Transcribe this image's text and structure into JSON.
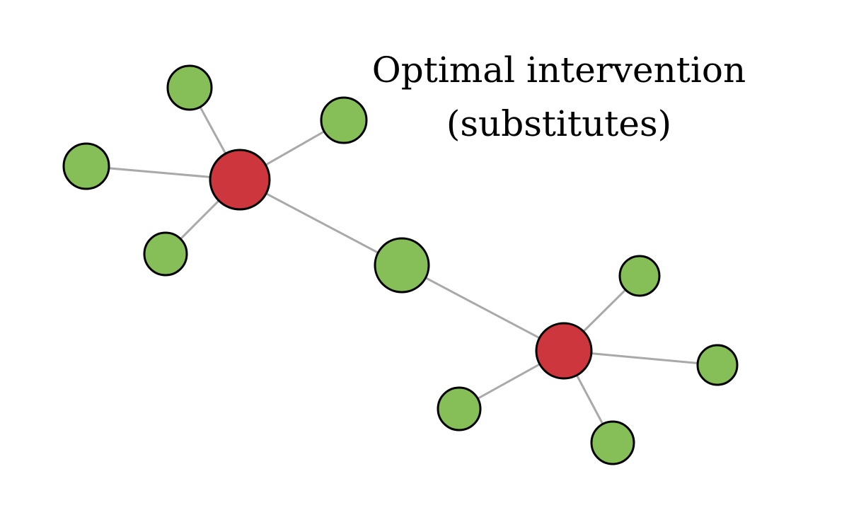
{
  "title": {
    "line1": "Optimal intervention",
    "line2": "(substitutes)"
  },
  "colors": {
    "edge": "#a9a9a9",
    "targeted_node": "#cc363c",
    "other_node": "#86be58",
    "outline": "#000000"
  },
  "legend": "none",
  "graph": {
    "nodes": [
      {
        "id": "hub-left",
        "kind": "targeted"
      },
      {
        "id": "left-leaf-top",
        "kind": "other"
      },
      {
        "id": "left-leaf-upper-right",
        "kind": "other"
      },
      {
        "id": "left-leaf-left",
        "kind": "other"
      },
      {
        "id": "left-leaf-bottom",
        "kind": "other"
      },
      {
        "id": "bridge",
        "kind": "other"
      },
      {
        "id": "hub-right",
        "kind": "targeted"
      },
      {
        "id": "right-leaf-top",
        "kind": "other"
      },
      {
        "id": "right-leaf-right",
        "kind": "other"
      },
      {
        "id": "right-leaf-bottom",
        "kind": "other"
      },
      {
        "id": "right-leaf-left",
        "kind": "other"
      }
    ],
    "edges": [
      [
        "hub-left",
        "left-leaf-top"
      ],
      [
        "hub-left",
        "left-leaf-upper-right"
      ],
      [
        "hub-left",
        "left-leaf-left"
      ],
      [
        "hub-left",
        "left-leaf-bottom"
      ],
      [
        "hub-left",
        "bridge"
      ],
      [
        "bridge",
        "hub-right"
      ],
      [
        "hub-right",
        "right-leaf-top"
      ],
      [
        "hub-right",
        "right-leaf-right"
      ],
      [
        "hub-right",
        "right-leaf-bottom"
      ],
      [
        "hub-right",
        "right-leaf-left"
      ]
    ]
  }
}
